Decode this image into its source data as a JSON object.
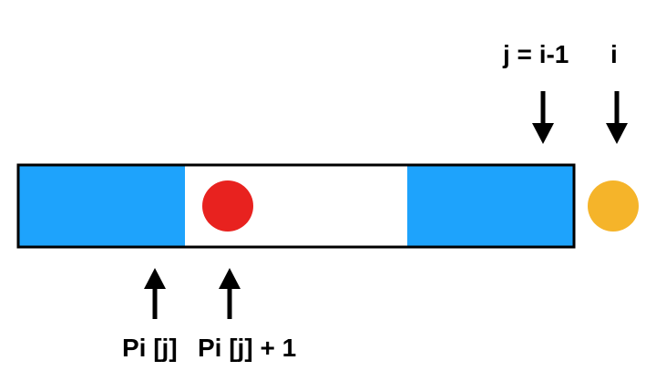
{
  "labels": {
    "j_label": "j = i-1",
    "i_label": "i",
    "pi_j_label": "Pi [j]",
    "pi_j_plus_label": "Pi [j] + 1"
  },
  "colors": {
    "blue_segment": "#1ea3fc",
    "red_dot": "#e8221f",
    "orange_dot": "#f5b42a",
    "outline": "#000000",
    "background": "#ffffff"
  }
}
